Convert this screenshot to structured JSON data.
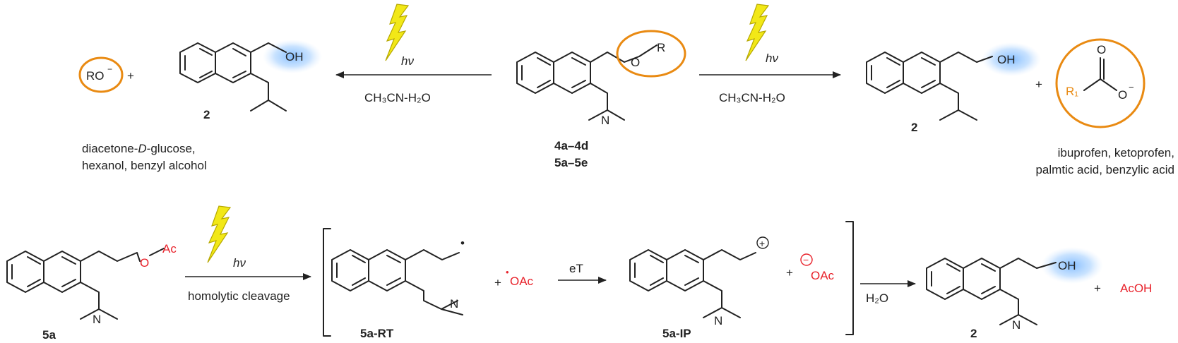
{
  "top_left": {
    "ro_ion": "RO",
    "ro_charge": "−",
    "plus": "+",
    "oh": "OH",
    "compound": "2",
    "note_line1_a": "diacetone-",
    "note_line1_b": "D",
    "note_line1_c": "-glucose,",
    "note_line2": "hexanol, benzyl alcohol"
  },
  "left_arrow": {
    "hv": "hν",
    "solvent": "CH₃CN-H₂O"
  },
  "center": {
    "o": "O",
    "r": "R",
    "n": "N",
    "compound_line1": "4a–4d",
    "compound_line2": "5a–5e"
  },
  "right_arrow": {
    "hv": "hν",
    "solvent": "CH₃CN-H₂O"
  },
  "top_right": {
    "oh": "OH",
    "compound": "2",
    "plus": "+",
    "r1": "R₁",
    "o_top": "O",
    "o_minus": "O",
    "o_charge": "−",
    "note_line1": "ibuprofen, ketoprofen,",
    "note_line2": "palmtic acid, benzylic acid"
  },
  "bottom": {
    "s1": {
      "o": "O",
      "ac": "Ac",
      "n": "N",
      "compound": "5a"
    },
    "arrow1": {
      "hv": "hν",
      "label": "homolytic cleavage"
    },
    "s2": {
      "n": "N",
      "plus": "+",
      "radical_dot": "•",
      "oac": "OAc",
      "compound": "5a-RT"
    },
    "arrow2": {
      "label": "eT"
    },
    "s3": {
      "n": "N",
      "cation": "+",
      "plus": "+",
      "anion": "−",
      "oac": "OAc",
      "compound": "5a-IP"
    },
    "arrow3": {
      "label": "H₂O"
    },
    "s4": {
      "oh": "OH",
      "n": "N",
      "plus": "+",
      "acoh": "AcOH",
      "compound": "2"
    }
  }
}
